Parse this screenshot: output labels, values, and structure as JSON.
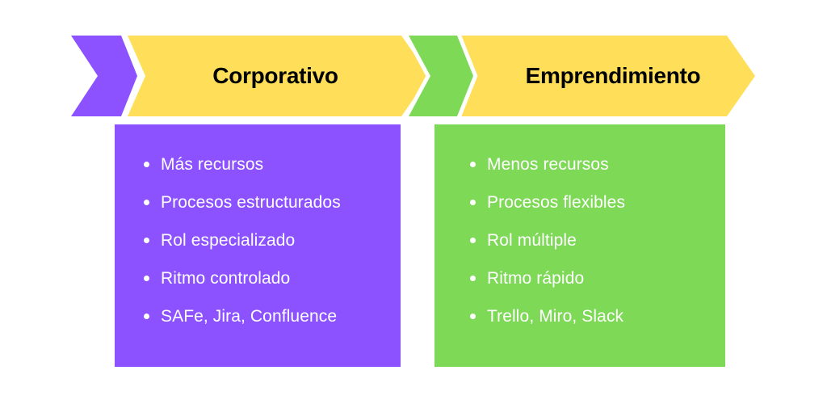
{
  "colors": {
    "background": "#FFFFFF",
    "purple": "#8C52FF",
    "green": "#7ED957",
    "yellow": "#FFDE59",
    "banner_label": "#000000",
    "list_text": "#FFFFFF"
  },
  "columns": [
    {
      "banner_label": "Corporativo",
      "items": [
        "Más recursos",
        "Procesos estructurados",
        "Rol especializado",
        "Ritmo controlado",
        "SAFe, Jira, Confluence"
      ]
    },
    {
      "banner_label": "Emprendimiento",
      "items": [
        "Menos recursos",
        "Procesos flexibles",
        "Rol múltiple",
        "Ritmo rápido",
        "Trello, Miro, Slack"
      ]
    }
  ]
}
